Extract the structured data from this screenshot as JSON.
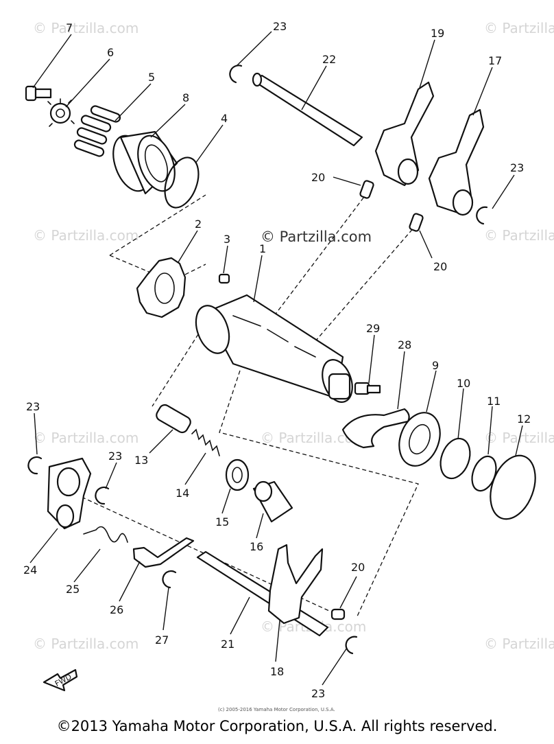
{
  "watermark": "© Partzilla.com",
  "center_watermark": "© Partzilla.com",
  "small_copyright": "(c) 2005-2016 Yamaha Motor Corporation, U.S.A.",
  "footer": "©2013 Yamaha Motor Corporation, U.S.A. All rights reserved.",
  "fwd_label": "FWD",
  "callouts": [
    {
      "id": "c7",
      "text": "7"
    },
    {
      "id": "c6",
      "text": "6"
    },
    {
      "id": "c5",
      "text": "5"
    },
    {
      "id": "c8",
      "text": "8"
    },
    {
      "id": "c4",
      "text": "4"
    },
    {
      "id": "c2",
      "text": "2"
    },
    {
      "id": "c3",
      "text": "3"
    },
    {
      "id": "c1",
      "text": "1"
    },
    {
      "id": "c23a",
      "text": "23"
    },
    {
      "id": "c22",
      "text": "22"
    },
    {
      "id": "c19",
      "text": "19"
    },
    {
      "id": "c17",
      "text": "17"
    },
    {
      "id": "c23b",
      "text": "23"
    },
    {
      "id": "c20a",
      "text": "20"
    },
    {
      "id": "c20b",
      "text": "20"
    },
    {
      "id": "c29",
      "text": "29"
    },
    {
      "id": "c28",
      "text": "28"
    },
    {
      "id": "c9",
      "text": "9"
    },
    {
      "id": "c10",
      "text": "10"
    },
    {
      "id": "c11",
      "text": "11"
    },
    {
      "id": "c12",
      "text": "12"
    },
    {
      "id": "c23c",
      "text": "23"
    },
    {
      "id": "c23d",
      "text": "23"
    },
    {
      "id": "c13",
      "text": "13"
    },
    {
      "id": "c14",
      "text": "14"
    },
    {
      "id": "c15",
      "text": "15"
    },
    {
      "id": "c16",
      "text": "16"
    },
    {
      "id": "c24",
      "text": "24"
    },
    {
      "id": "c25",
      "text": "25"
    },
    {
      "id": "c26",
      "text": "26"
    },
    {
      "id": "c27",
      "text": "27"
    },
    {
      "id": "c21",
      "text": "21"
    },
    {
      "id": "c18",
      "text": "18"
    },
    {
      "id": "c20c",
      "text": "20"
    },
    {
      "id": "c23e",
      "text": "23"
    }
  ]
}
